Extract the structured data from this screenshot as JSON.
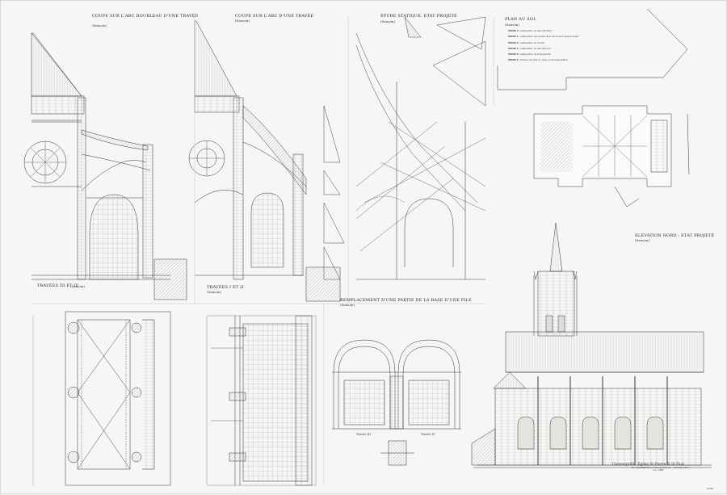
{
  "sections": {
    "doubleau": {
      "title": "COUPE SUR L'ARC DOUBLEAU D'UNE TRAVÉE",
      "scale": "(Sans/m)"
    },
    "travee": {
      "title": "COUPE SUR L'ARC D'UNE TRAVÉE",
      "scale": "(Sans/m)"
    },
    "epure": {
      "title": "ÉPURE STATIQUE. Etat projeté",
      "scale": "(Sans/m)"
    },
    "plan": {
      "title": "PLAN AU SOL",
      "scale": "(Sans/m)"
    },
    "travees34": {
      "title": "TRAVÉES III ET IV",
      "scale": "(Sans/m)"
    },
    "travees12": {
      "title": "TRAVÉES I ET II",
      "scale": "(Sans/m)"
    },
    "remplacement": {
      "title": "REMPLACEMENT D'UNE PARTIE DE LA BASE D'UNE PILE",
      "scale": "(Sans/m)"
    },
    "elevation": {
      "title": "ÉLÉVATION NORD - Etat projeté",
      "scale": "(Sans/m)"
    }
  },
  "plan_phases": [
    {
      "key": "PHASE 1 :",
      "text": "restauration du bas-côté Nord"
    },
    {
      "key": "PHASE 2 :",
      "text": "restauration des voûtes de la nef et de la façade Ouest"
    },
    {
      "key": "PHASE 3 :",
      "text": "restauration du clocher"
    },
    {
      "key": "PHASE 4 :",
      "text": "restauration du bas-côté Sud"
    },
    {
      "key": "PHASE 5 :",
      "text": "restauration de la façade Est"
    },
    {
      "key": "PHASE 6 :",
      "text": "travaux de mise en valeur et de présentation"
    }
  ],
  "bay_labels": {
    "left": "Travée III",
    "right": "Travée IV"
  },
  "title_block": {
    "town": "Quesnoyville",
    "church": "Église St Pierre & St Paul",
    "author": "Ph. VILLENEUVE Architecte D.P.L.G. - C.E.S.H.C.M.A.",
    "date": "nov. 1987"
  },
  "sheet_number": "11/56"
}
